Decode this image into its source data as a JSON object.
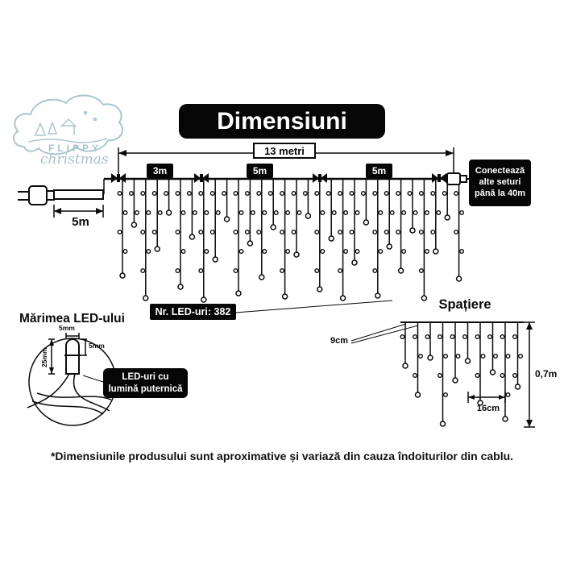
{
  "logo": {
    "brand_top": "FLIPPY",
    "brand_bottom": "christmas"
  },
  "header": {
    "title": "Dimensiuni"
  },
  "main_diagram": {
    "total_length": "13 metri",
    "segments": [
      "3m",
      "5m",
      "5m"
    ],
    "lead_length": "5m",
    "connector_note": "Conectează alte seturi până la 40m",
    "led_count": "Nr. LED-uri: 382"
  },
  "led_detail": {
    "title": "Mărimea LED-ului",
    "width_label": "5mm",
    "head_label": "5mm",
    "length_label": "25mm",
    "callout": "LED-uri cu lumină puternică"
  },
  "spacing_detail": {
    "title": "Spațiere",
    "led_gap": "9cm",
    "drop_height": "0,7m",
    "drop_gap": "16cm"
  },
  "footnote": "*Dimensiunile produsului sunt aproximative și variază din cauza îndoiturilor din cablu."
}
